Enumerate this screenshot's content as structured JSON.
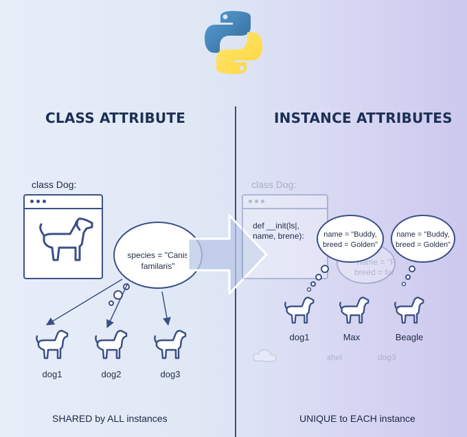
{
  "left": {
    "title": "CLASS ATTRIBUTE",
    "class_label": "class Dog:",
    "bubble_text_line1": "species = \"Canis",
    "bubble_text_line2": "famil­aris\"",
    "instances": [
      "dog1",
      "dog2",
      "dog3"
    ],
    "footer": "SHARED by ALL instances"
  },
  "right": {
    "title": "INSTANCE ATTRIBUTES",
    "class_label": "class Dog:",
    "init_line1": "def __init(ls|,",
    "init_line2": "name, brene):",
    "bubble1_line1": "name = \"Buddy,",
    "bubble1_line2": "breed = Golden\"",
    "bubble2_line1": "name = \"Buddy,",
    "bubble2_line2": "breed = Golden\"",
    "ghost_line1": "name = \"F",
    "ghost_line2": "breed = far",
    "ghost_dog3": "dog3",
    "ghost_shel": "shel",
    "instances": [
      "dog1",
      "Max",
      "Beagle"
    ],
    "footer": "UNIQUE to EACH instance"
  },
  "colors": {
    "python_blue": "#3a6f9f",
    "python_yellow": "#f7c23a",
    "outline": "#3b4f86",
    "title": "#1c2f55"
  }
}
